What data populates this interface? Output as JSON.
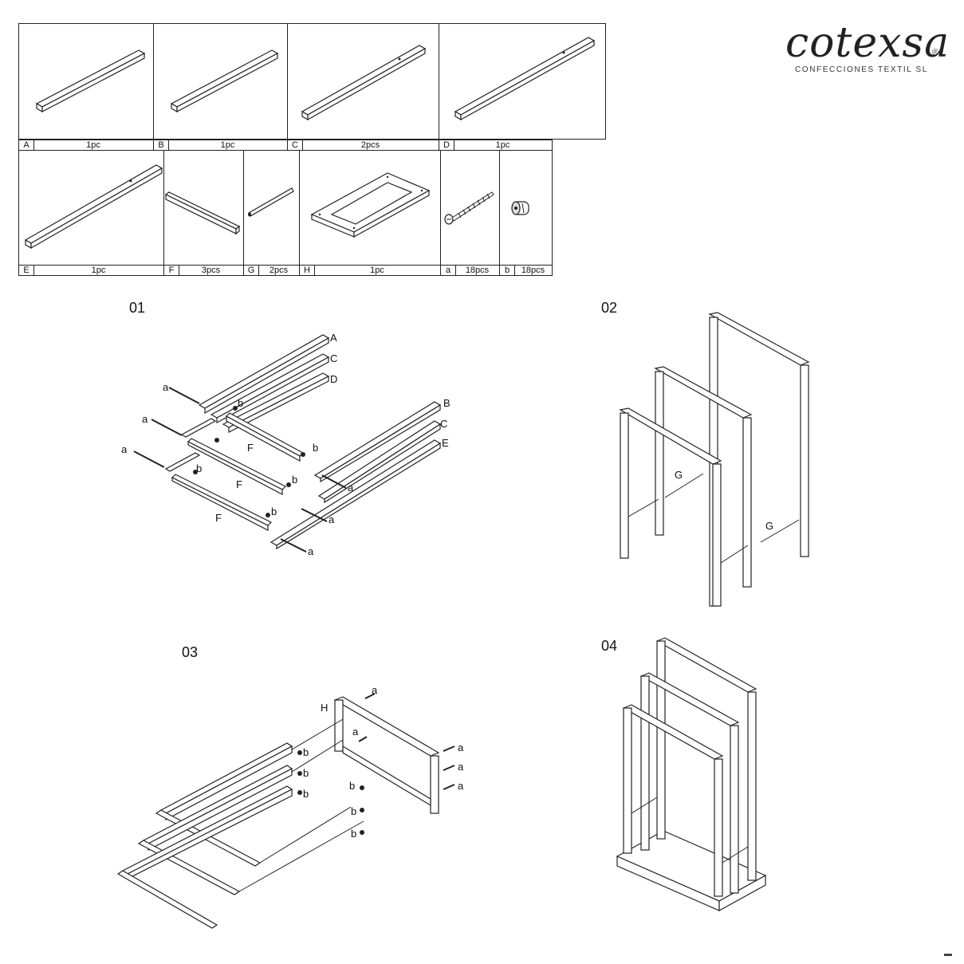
{
  "brand": {
    "logo": "cotexsa",
    "registered": "®",
    "subtitle": "CONFECCIONES TEXTIL SL"
  },
  "parts": [
    {
      "key": "A",
      "qty": "1pc"
    },
    {
      "key": "B",
      "qty": "1pc"
    },
    {
      "key": "C",
      "qty": "2pcs"
    },
    {
      "key": "D",
      "qty": "1pc"
    },
    {
      "key": "E",
      "qty": "1pc"
    },
    {
      "key": "F",
      "qty": "3pcs"
    },
    {
      "key": "G",
      "qty": "2pcs"
    },
    {
      "key": "H",
      "qty": "1pc"
    },
    {
      "key": "a",
      "qty": "18pcs"
    },
    {
      "key": "b",
      "qty": "18pcs"
    }
  ],
  "steps": {
    "s1": {
      "number": "01",
      "labels": {
        "A": "A",
        "B": "B",
        "C": "C",
        "D": "D",
        "E": "E",
        "F": "F",
        "a": "a",
        "b": "b"
      }
    },
    "s2": {
      "number": "02",
      "labels": {
        "G": "G"
      }
    },
    "s3": {
      "number": "03",
      "labels": {
        "H": "H",
        "a": "a",
        "b": "b"
      }
    },
    "s4": {
      "number": "04"
    }
  }
}
